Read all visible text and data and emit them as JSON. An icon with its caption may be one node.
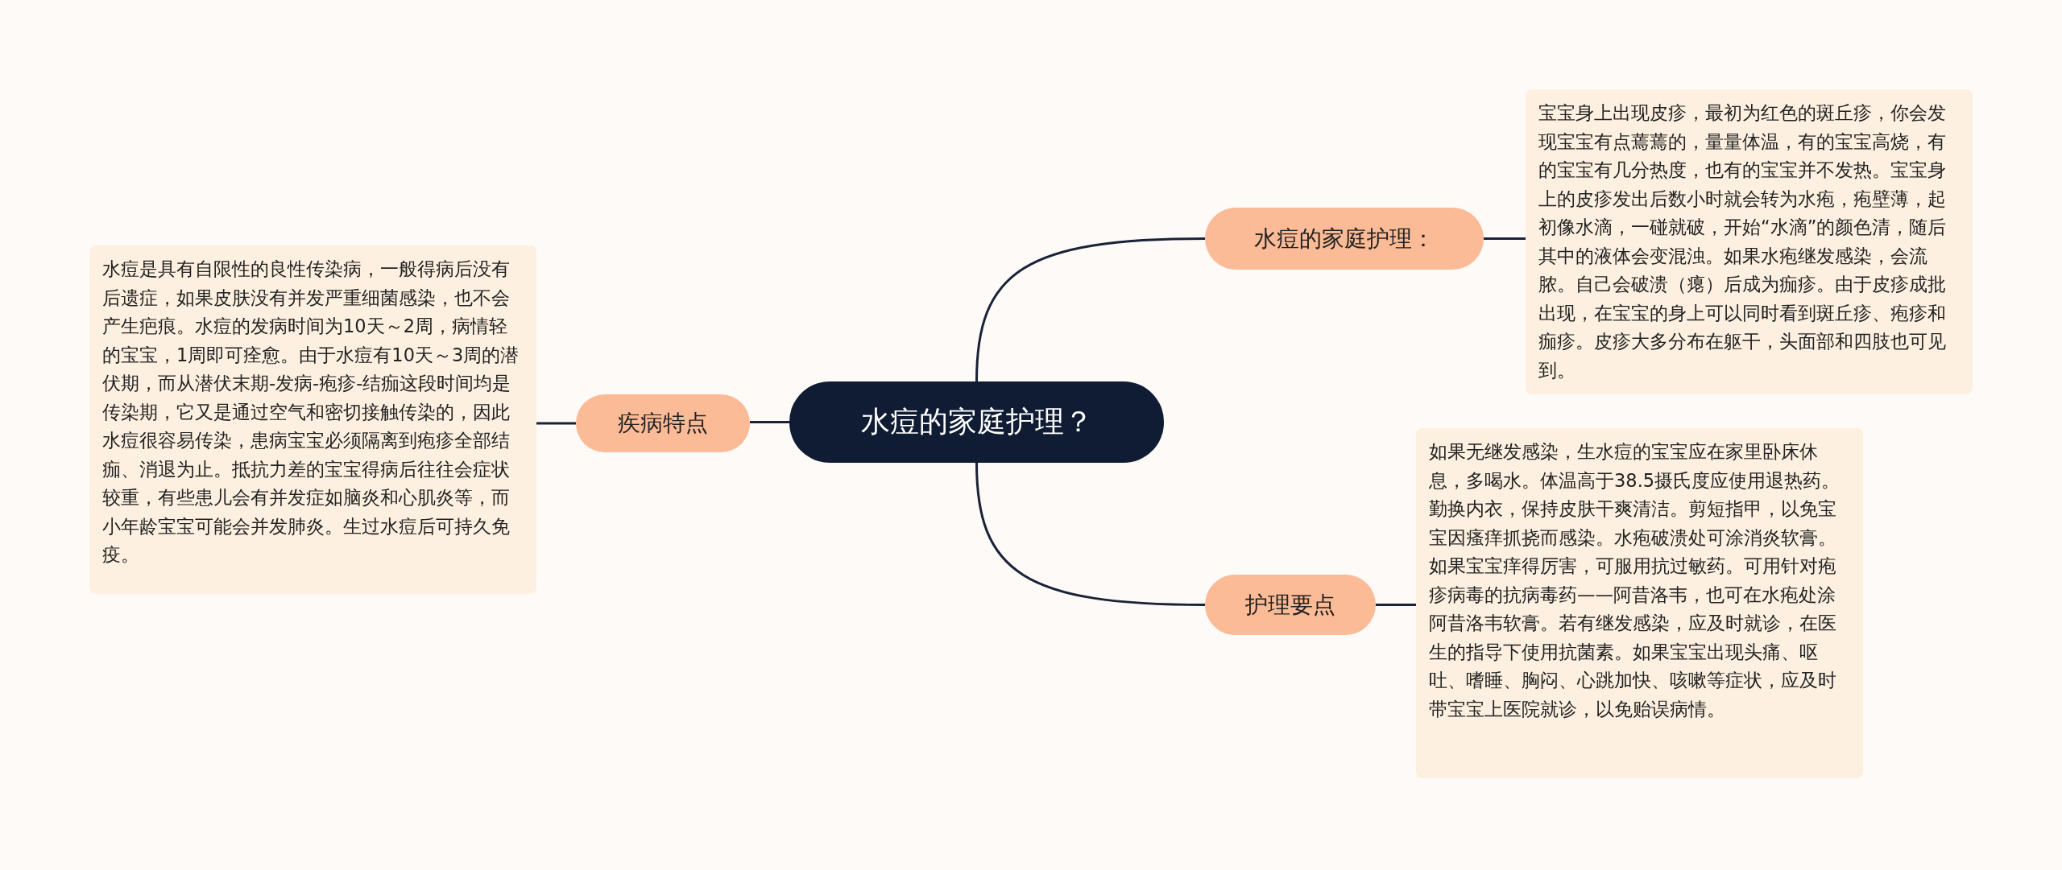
{
  "diagram": {
    "nodes": [
      {
        "text": [
          "水痘的家庭护理？"
        ]
      },
      {
        "text": [
          "疾病特点"
        ]
      },
      {
        "text": [
          "水痘是具有自限性的良性传染病，一般得病后没有后遗症，如果皮肤没有并发严重细菌感染，也不会产生疤痕。水痘的发病时间为10天～2周，病情轻的宝宝，1周即可痊愈。由于水痘有10天～3周的潜伏期，而从潜伏末期-发病-疱疹-结痂这段时间均是传染期，它又是通过空气和密切接触传染的，因此水痘很容易传染，患病宝宝必须隔离到疱疹全部结痂、消退为止。抵抗力差的宝宝得病后往往会症状较重，有些患儿会有并发症如脑炎和心肌炎等，而小年龄宝宝可能会并发肺炎。生过水痘后可持久免疫。"
        ]
      },
      {
        "text": [
          "水痘的家庭护理："
        ]
      },
      {
        "text": [
          "宝宝身上出现皮疹，最初为红色的斑丘疹，你会发现宝宝有点蔫蔫的，量量体温，有的宝宝高烧，有的宝宝有几分热度，也有的宝宝并不发热。宝宝身上的皮疹发出后数小时就会转为水疱，疱壁薄，起初像水滴，一碰就破，开始“水滴”的颜色清，随后其中的液体会变混浊。如果水疱继发感染，会流脓。自己会破溃（瘪）后成为痂疹。由于皮疹成批出现，在宝宝的身上可以同时看到斑丘疹、疱疹和痂疹。皮疹大多分布在躯干，头面部和四肢也可见到。"
        ]
      },
      {
        "text": [
          "护理要点"
        ]
      },
      {
        "text": [
          "如果无继发感染，生水痘的宝宝应在家里卧床休息，多喝水。体温高于38.5摄氏度应使用退热药。勤换内衣，保持皮肤干爽清洁。剪短指甲，以免宝宝因瘙痒抓挠而感染。水疱破溃处可涂消炎软膏。如果宝宝痒得厉害，可服用抗过敏药。可用针对疱疹病毒的抗病毒药——阿昔洛韦，也可在水疱处涂阿昔洛韦软膏。若有继发感染，应及时就诊，在医生的指导下使用抗菌素。如果宝宝出现头痛、呕吐、嗜睡、胸闷、心跳加快、咳嗽等症状，应及时带宝宝上医院就诊，以免贻误病情。"
        ]
      }
    ],
    "edges": [
      {
        "from": 0,
        "to": 1,
        "arrow": "none"
      },
      {
        "from": 1,
        "to": 2,
        "arrow": "none"
      },
      {
        "from": 0,
        "to": 3,
        "arrow": "none"
      },
      {
        "from": 3,
        "to": 4,
        "arrow": "none"
      },
      {
        "from": 0,
        "to": 5,
        "arrow": "none"
      },
      {
        "from": 5,
        "to": 6,
        "arrow": "none"
      }
    ]
  }
}
